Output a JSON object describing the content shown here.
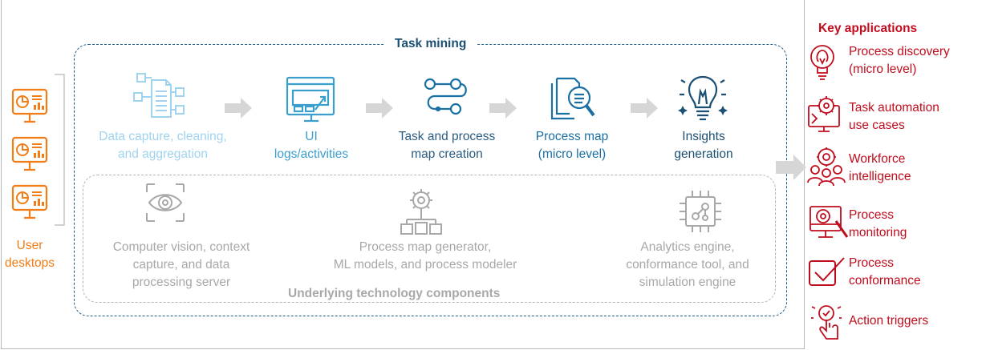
{
  "task_mining_title": "Task mining",
  "pipeline": [
    {
      "label_line1": "Data capture, cleaning,",
      "label_line2": "and aggregation",
      "icon": "document-flow-icon"
    },
    {
      "label_line1": "UI",
      "label_line2": "logs/activities",
      "icon": "ui-window-icon"
    },
    {
      "label_line1": "Task and process",
      "label_line2": "map creation",
      "icon": "process-path-icon"
    },
    {
      "label_line1": "Process map",
      "label_line2": "(micro level)",
      "icon": "document-search-icon"
    },
    {
      "label_line1": "Insights",
      "label_line2": "generation",
      "icon": "lightbulb-icon"
    }
  ],
  "user_desktops": {
    "line1": "User",
    "line2": "desktops"
  },
  "technology_title": "Underlying technology components",
  "technology": [
    {
      "line1": "Computer vision, context",
      "line2": "capture, and data",
      "line3": "processing server",
      "icon": "eye-gear-icon"
    },
    {
      "line1": "Process map generator,",
      "line2": "ML models, and process modeler",
      "icon": "gear-network-icon"
    },
    {
      "line1": "Analytics engine,",
      "line2": "conformance tool, and",
      "line3": "simulation engine",
      "icon": "chip-icon"
    }
  ],
  "key_applications": {
    "title": "Key applications",
    "items": [
      {
        "line1": "Process discovery",
        "line2": "(micro level)",
        "icon": "idea-bulb-icon"
      },
      {
        "line1": "Task automation",
        "line2": "use cases",
        "icon": "automation-gear-icon"
      },
      {
        "line1": "Workforce",
        "line2": "intelligence",
        "icon": "workforce-people-icon"
      },
      {
        "line1": "Process",
        "line2": "monitoring",
        "icon": "monitor-magnifier-icon"
      },
      {
        "line1": "Process",
        "line2": "conformance",
        "icon": "checkbox-icon"
      },
      {
        "line1": "Action triggers",
        "icon": "touch-trigger-icon"
      }
    ]
  },
  "colors": {
    "pale_blue": "#9fd3ee",
    "mid_blue": "#3a9ecf",
    "dark_blue": "#1a6fa3",
    "navy": "#1b4f73",
    "gray": "#a8a8a8",
    "orange": "#f07d17",
    "red": "#c00d1e"
  }
}
